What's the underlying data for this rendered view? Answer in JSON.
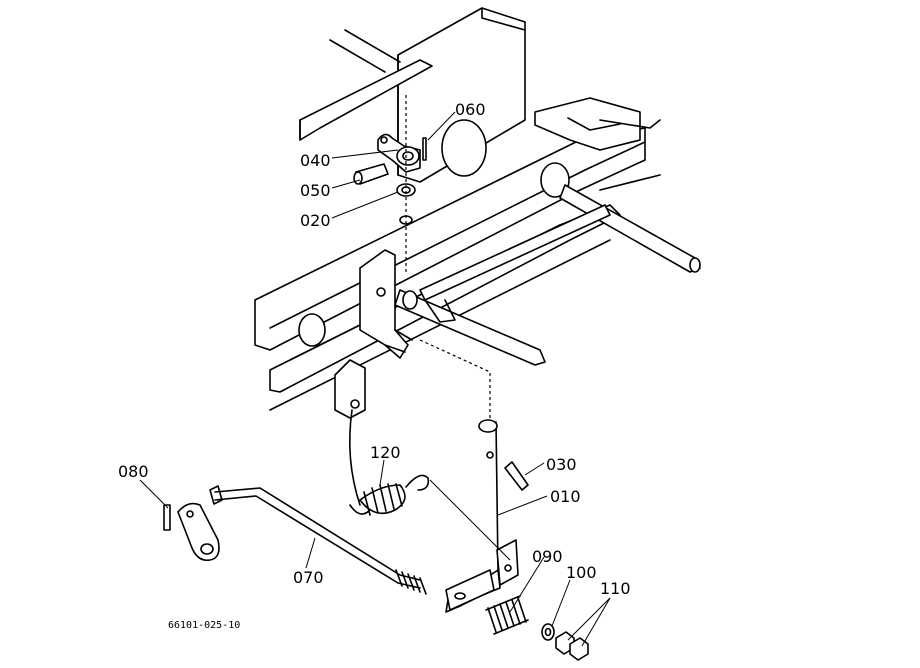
{
  "labels": {
    "p010": "010",
    "p020": "020",
    "p030": "030",
    "p040": "040",
    "p050": "050",
    "p060": "060",
    "p070": "070",
    "p080": "080",
    "p090": "090",
    "p100": "100",
    "p110": "110",
    "p120": "120"
  },
  "drawing_ref": "66101-025-10"
}
